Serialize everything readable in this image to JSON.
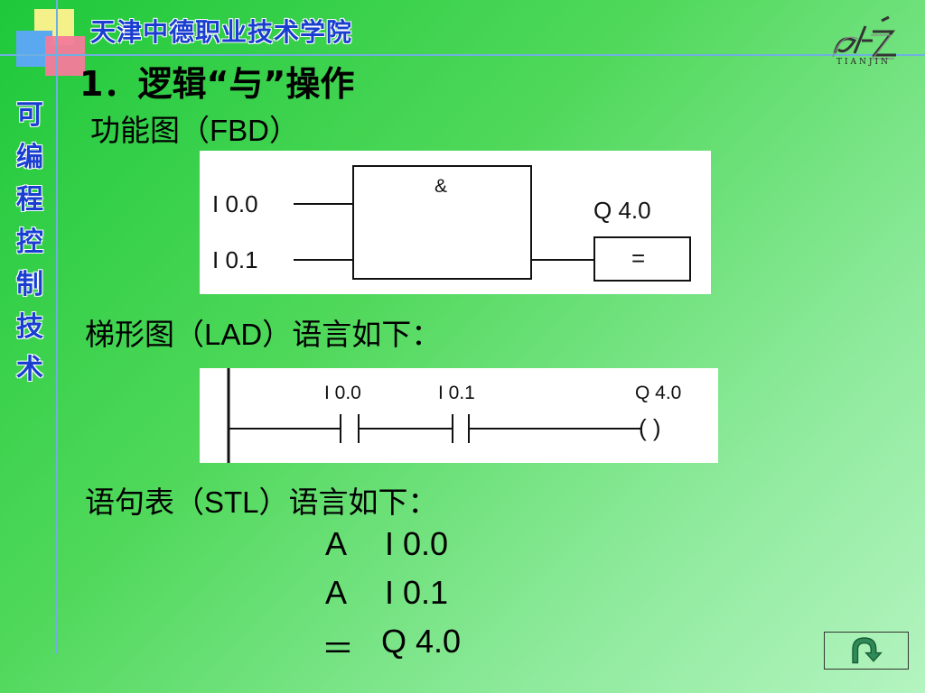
{
  "header": {
    "school_name": "天津中德职业技术学院",
    "logo_caption": "TIANJIN"
  },
  "sidebar": {
    "vertical_title": [
      "可",
      "编",
      "程",
      "控",
      "制",
      "技",
      "术"
    ]
  },
  "heading": "1．逻辑“与”操作",
  "fbd": {
    "label_cn": "功能图（",
    "label_code": "FBD",
    "label_end": "）",
    "inputs": [
      "I 0.0",
      "I 0.1"
    ],
    "gate_symbol": "&",
    "output": "Q 4.0",
    "assign_symbol": "="
  },
  "lad": {
    "label_cn": "梯形图（",
    "label_code": "LAD",
    "label_end": "）语言如下：",
    "contacts": [
      "I 0.0",
      "I 0.1"
    ],
    "coil": "Q 4.0",
    "coil_symbol": "( )"
  },
  "stl": {
    "label_cn": "语句表（",
    "label_code": "STL",
    "label_end": "）语言如下：",
    "lines": [
      {
        "op": "A",
        "arg": "I 0.0"
      },
      {
        "op": "A",
        "arg": "I 0.1"
      },
      {
        "op": "＝",
        "arg": "Q 4.0"
      }
    ]
  },
  "nav": {
    "icon": "return-arrow-icon",
    "color": "#2e8b57"
  },
  "colors": {
    "accent_text": "#1a3fd0",
    "background": "#4fd85a"
  }
}
